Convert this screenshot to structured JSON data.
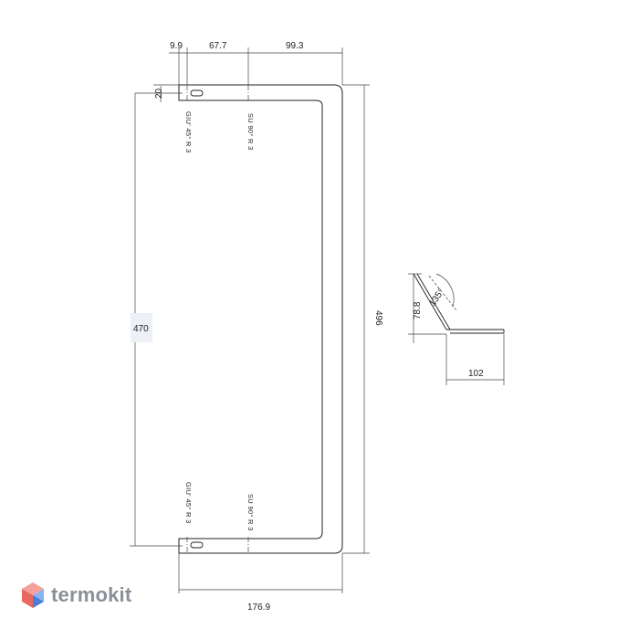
{
  "dimensions": {
    "top_offset_1": "9.9",
    "top_offset_2": "67.7",
    "top_offset_3": "99.3",
    "hole_offset": "20",
    "inner_height": "470",
    "overall_height": "496",
    "overall_width": "176.9",
    "profile_height": "78.8",
    "profile_width": "102",
    "bend_angle": "135°"
  },
  "bend_notes": {
    "top_left": "GIU' 45° R 3",
    "top_mid": "SU 90° R 3",
    "bottom_left": "GIU' 45° R 3",
    "bottom_mid": "SU 90° R 3"
  },
  "brand": {
    "name": "termokit",
    "text_color": "#8a8f98",
    "logo_colors": [
      "#f4a19b",
      "#e8695f",
      "#8ab4f0",
      "#4a7fd6"
    ]
  },
  "colors": {
    "line": "#222222",
    "dim_line": "#444444",
    "label_bg": "#eef0f8"
  }
}
